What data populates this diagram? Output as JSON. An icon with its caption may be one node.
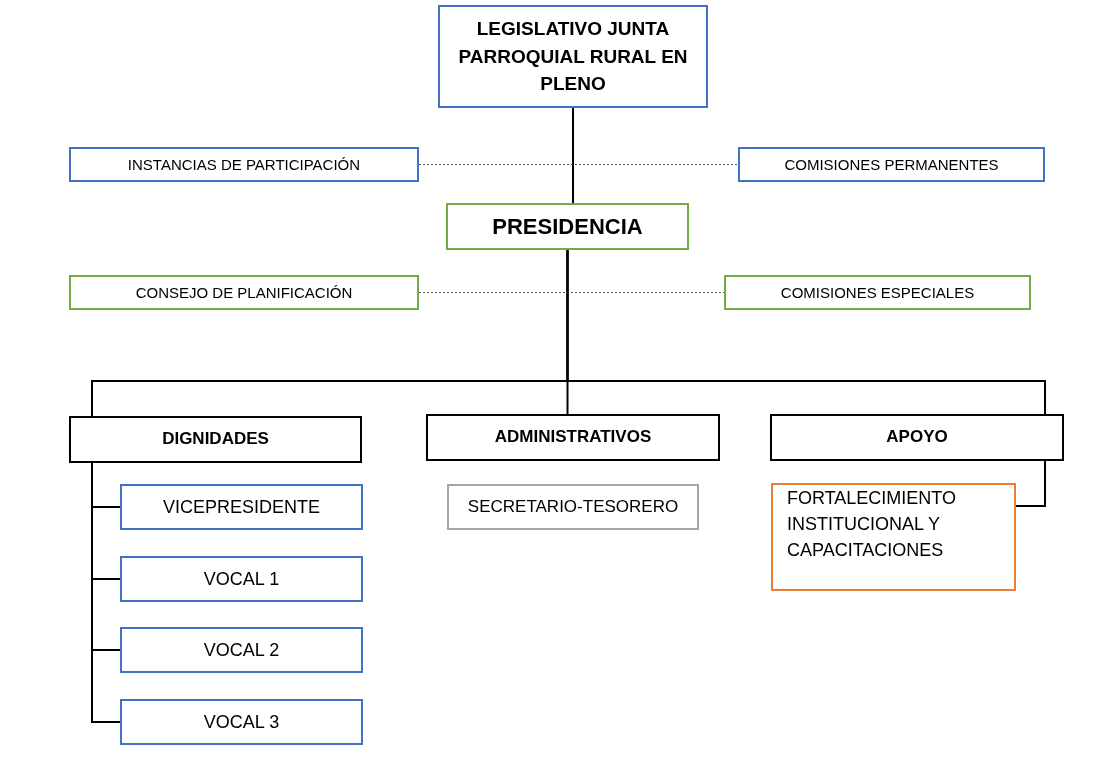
{
  "diagram": {
    "nodes": [
      {
        "text": [
          "LEGISLATIVO JUNTA PARROQUIAL RURAL EN PLENO"
        ]
      },
      {
        "text": [
          "INSTANCIAS DE PARTICIPACIÓN"
        ]
      },
      {
        "text": [
          "COMISIONES PERMANENTES"
        ]
      },
      {
        "text": [
          "PRESIDENCIA"
        ]
      },
      {
        "text": [
          "CONSEJO DE PLANIFICACIÓN"
        ]
      },
      {
        "text": [
          "COMISIONES ESPECIALES"
        ]
      },
      {
        "text": [
          "DIGNIDADES"
        ]
      },
      {
        "text": [
          "ADMINISTRATIVOS"
        ]
      },
      {
        "text": [
          "APOYO"
        ]
      },
      {
        "text": [
          "VICEPRESIDENTE"
        ]
      },
      {
        "text": [
          "VOCAL 1"
        ]
      },
      {
        "text": [
          "VOCAL 2"
        ]
      },
      {
        "text": [
          "VOCAL 3"
        ]
      },
      {
        "text": [
          "SECRETARIO-TESORERO"
        ]
      },
      {
        "text": [
          "FORTALECIMIENTO INSTITUCIONAL Y CAPACITACIONES"
        ]
      }
    ],
    "edges": [
      {
        "from": 0,
        "to": 3,
        "arrow": "none"
      },
      {
        "from": 1,
        "to": 2,
        "arrow": "none",
        "style": "dashed"
      },
      {
        "from": 4,
        "to": 5,
        "arrow": "none",
        "style": "dashed"
      },
      {
        "from": 3,
        "to": 6,
        "arrow": "none"
      },
      {
        "from": 3,
        "to": 7,
        "arrow": "none"
      },
      {
        "from": 3,
        "to": 8,
        "arrow": "none"
      },
      {
        "from": 6,
        "to": 9,
        "arrow": "none"
      },
      {
        "from": 6,
        "to": 10,
        "arrow": "none"
      },
      {
        "from": 6,
        "to": 11,
        "arrow": "none"
      },
      {
        "from": 6,
        "to": 12,
        "arrow": "none"
      },
      {
        "from": 8,
        "to": 14,
        "arrow": "none"
      }
    ]
  }
}
